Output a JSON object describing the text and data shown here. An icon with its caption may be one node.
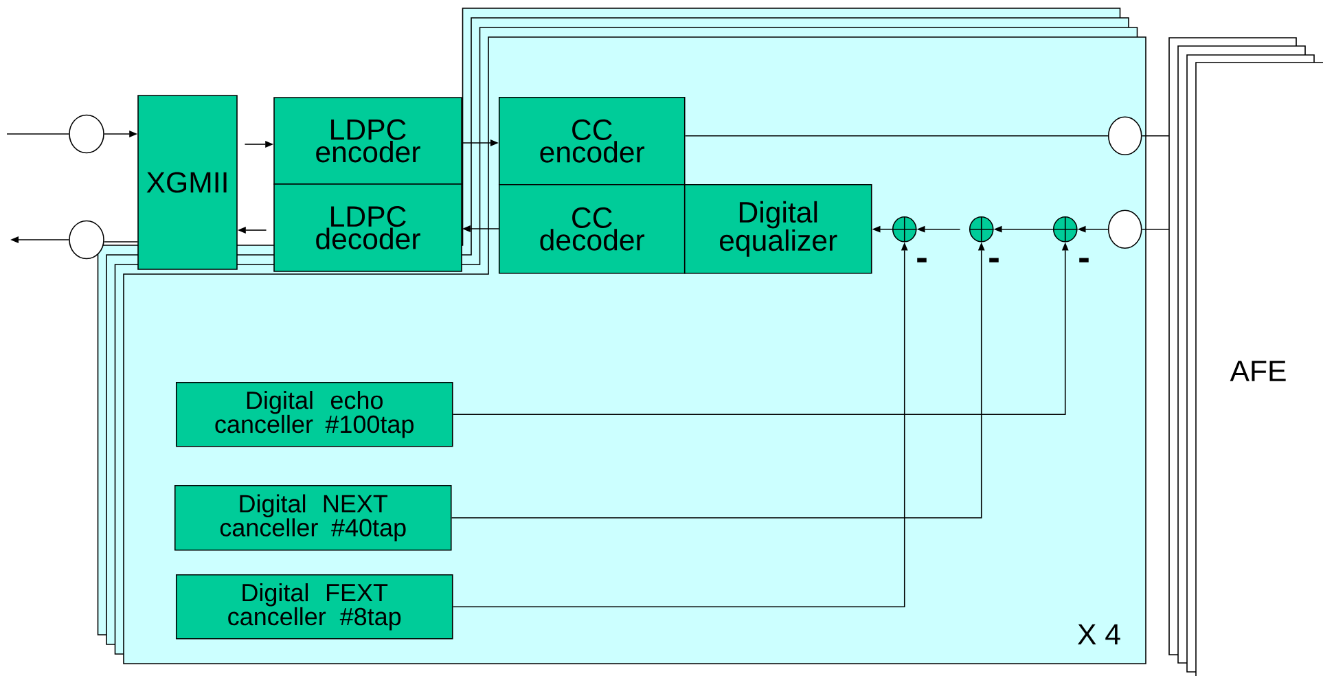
{
  "diagram": {
    "nodes": [
      {
        "text": [
          "X 4"
        ]
      },
      {
        "text": [
          "AFE"
        ]
      },
      {
        "text": [],
        "shape": "circle"
      },
      {
        "text": [],
        "shape": "circle"
      },
      {
        "text": [
          "XGMII"
        ]
      },
      {
        "text": [
          "LDPC encoder"
        ]
      },
      {
        "text": [
          "LDPC decoder"
        ]
      },
      {
        "text": [
          "CC encoder"
        ],
        "in": 0
      },
      {
        "text": [
          "CC decoder"
        ],
        "in": 0
      },
      {
        "text": [
          "Digital equalizer"
        ],
        "in": 0
      },
      {
        "text": [],
        "shape": "circle",
        "in": 0
      },
      {
        "text": [],
        "shape": "circle",
        "in": 0
      },
      {
        "text": [],
        "shape": "circle",
        "in": 0
      },
      {
        "text": [],
        "shape": "circle",
        "in": 0
      },
      {
        "text": [],
        "shape": "circle",
        "in": 0
      },
      {
        "text": [
          "Digital echo canceller #100tap"
        ],
        "in": 0
      },
      {
        "text": [
          "Digital NEXT canceller #40tap"
        ],
        "in": 0
      },
      {
        "text": [
          "Digital FEXT canceller #8tap"
        ],
        "in": 0
      }
    ],
    "edges": [
      {
        "from": null,
        "to": 2,
        "arrow": "none"
      },
      {
        "from": 2,
        "to": 4,
        "arrow": "to"
      },
      {
        "from": 4,
        "to": 5,
        "arrow": "to"
      },
      {
        "from": 6,
        "to": 4,
        "arrow": "to"
      },
      {
        "from": 5,
        "to": 7,
        "arrow": "to"
      },
      {
        "from": 8,
        "to": 6,
        "arrow": "to"
      },
      {
        "from": 4,
        "to": 3,
        "arrow": "none"
      },
      {
        "from": 3,
        "to": null,
        "arrow": "to"
      },
      {
        "from": 7,
        "to": 13,
        "arrow": "none"
      },
      {
        "from": 13,
        "to": 1,
        "arrow": "none"
      },
      {
        "from": 14,
        "to": 1,
        "arrow": "none"
      },
      {
        "from": 14,
        "to": 12,
        "arrow": "to"
      },
      {
        "from": 12,
        "to": 11,
        "arrow": "to"
      },
      {
        "from": 11,
        "to": 10,
        "arrow": "to"
      },
      {
        "from": 10,
        "to": 9,
        "arrow": "to"
      },
      {
        "from": 15,
        "to": 12,
        "arrow": "to"
      },
      {
        "from": 16,
        "to": 11,
        "arrow": "to"
      },
      {
        "from": 17,
        "to": 10,
        "arrow": "to"
      }
    ],
    "labels": [
      "-",
      "-",
      "-"
    ]
  }
}
